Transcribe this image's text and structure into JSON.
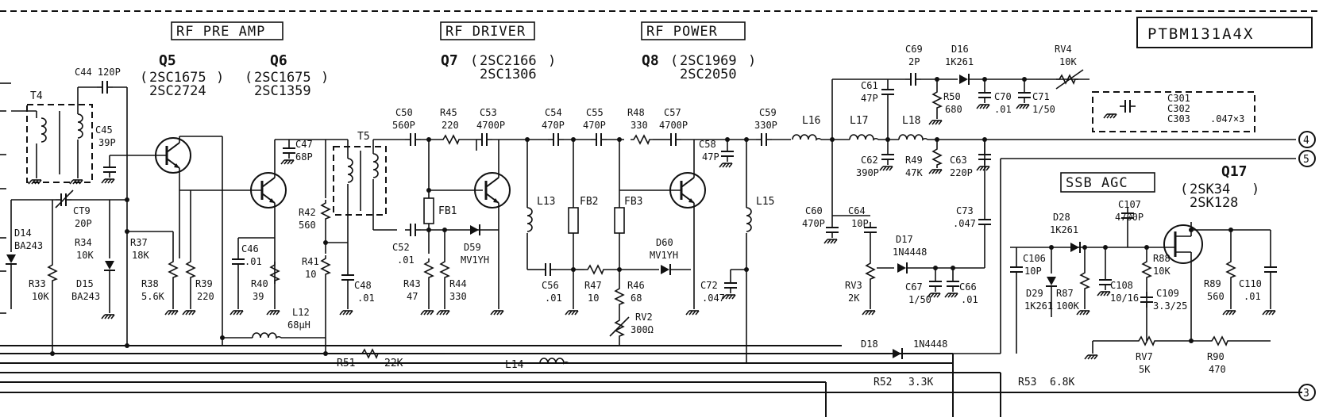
{
  "sections": {
    "rf_pre_amp": "RF PRE AMP",
    "rf_driver": "RF DRIVER",
    "rf_power": "RF POWER",
    "ssb_agc": "SSB AGC"
  },
  "board_code": "PTBM131A4X",
  "transistors": {
    "q5": {
      "ref": "Q5",
      "types": [
        "2SC1675",
        "2SC2724"
      ]
    },
    "q6": {
      "ref": "Q6",
      "types": [
        "2SC1675",
        "2SC1359"
      ]
    },
    "q7": {
      "ref": "Q7",
      "types": [
        "2SC2166",
        "2SC1306"
      ]
    },
    "q8": {
      "ref": "Q8",
      "types": [
        "2SC1969",
        "2SC2050"
      ]
    },
    "q17": {
      "ref": "Q17",
      "types": [
        "2SK34",
        "2SK128"
      ]
    }
  },
  "components": {
    "c44": [
      "C44",
      "120P"
    ],
    "t4": [
      "T4"
    ],
    "c45": [
      "C45",
      "39P"
    ],
    "ct9": [
      "CT9",
      "20P"
    ],
    "d14": [
      "D14",
      "BA243"
    ],
    "r33": [
      "R33",
      "10K"
    ],
    "r34": [
      "R34",
      "10K"
    ],
    "d15": [
      "D15",
      "BA243"
    ],
    "r37": [
      "R37",
      "18K"
    ],
    "r38": [
      "R38",
      "5.6K"
    ],
    "r39": [
      "R39",
      "220"
    ],
    "c46": [
      "C46",
      ".01"
    ],
    "r40": [
      "R40",
      "39"
    ],
    "c47": [
      "C47",
      "68P"
    ],
    "t5": [
      "T5"
    ],
    "r42": [
      "R42",
      "560"
    ],
    "r41": [
      "R41",
      "10"
    ],
    "c48": [
      "C48",
      ".01"
    ],
    "l12": [
      "L12",
      "68μH"
    ],
    "c50": [
      "C50",
      "560P"
    ],
    "r45": [
      "R45",
      "220"
    ],
    "c53": [
      "C53",
      "4700P"
    ],
    "fb1": [
      "FB1"
    ],
    "c52": [
      "C52",
      ".01"
    ],
    "r43": [
      "R43",
      "47"
    ],
    "r44": [
      "R44",
      "330"
    ],
    "d59": [
      "D59",
      "MV1YH"
    ],
    "r51": [
      "R51",
      "22K"
    ],
    "c54": [
      "C54",
      "470P"
    ],
    "c55": [
      "C55",
      "470P"
    ],
    "l13": [
      "L13"
    ],
    "fb2": [
      "FB2"
    ],
    "c56": [
      "C56",
      ".01"
    ],
    "r47": [
      "R47",
      "10"
    ],
    "l14": [
      "L14"
    ],
    "r48": [
      "R48",
      "330"
    ],
    "c57": [
      "C57",
      "4700P"
    ],
    "fb3": [
      "FB3"
    ],
    "d60": [
      "D60",
      "MV1YH"
    ],
    "r46": [
      "R46",
      "68"
    ],
    "rv2": [
      "RV2",
      "300Ω"
    ],
    "c58": [
      "C58",
      "47P"
    ],
    "c59": [
      "C59",
      "330P"
    ],
    "l15": [
      "L15"
    ],
    "c72": [
      "C72",
      ".047"
    ],
    "l16": [
      "L16"
    ],
    "l17": [
      "L17"
    ],
    "l18": [
      "L18"
    ],
    "c61": [
      "C61",
      "47P"
    ],
    "c62": [
      "C62",
      "390P"
    ],
    "c60": [
      "C60",
      "470P"
    ],
    "c64": [
      "C64",
      "10P"
    ],
    "d17": [
      "D17",
      "1N4448"
    ],
    "rv3": [
      "RV3",
      "2K"
    ],
    "c67": [
      "C67",
      "1/50"
    ],
    "c66": [
      "C66",
      ".01"
    ],
    "d18": [
      "D18",
      "1N4448"
    ],
    "c69": [
      "C69",
      "2P"
    ],
    "d16": [
      "D16",
      "1K261"
    ],
    "r50": [
      "R50",
      "680"
    ],
    "c70": [
      "C70",
      ".01"
    ],
    "c71": [
      "C71",
      "1/50"
    ],
    "r49": [
      "R49",
      "47K"
    ],
    "c63": [
      "C63",
      "220P"
    ],
    "rv4": [
      "RV4",
      "10K"
    ],
    "c73": [
      "C73",
      ".047"
    ],
    "r52": [
      "R52",
      "3.3K"
    ],
    "c301_303": [
      "C301",
      "C302",
      "C303",
      ".047×3"
    ],
    "d28": [
      "D28",
      "1K261"
    ],
    "c107": [
      "C107",
      "4700P"
    ],
    "c106": [
      "C106",
      "10P"
    ],
    "d29": [
      "D29",
      "1K261"
    ],
    "r87": [
      "R87",
      "100K"
    ],
    "r88": [
      "R88",
      "10K"
    ],
    "c108": [
      "C108",
      "10/16"
    ],
    "c109": [
      "C109",
      "3.3/25"
    ],
    "r89": [
      "R89",
      "560"
    ],
    "c110": [
      "C110",
      ".01"
    ],
    "rv7": [
      "RV7",
      "5K"
    ],
    "r90": [
      "R90",
      "470"
    ],
    "r53": [
      "R53",
      "6.8K"
    ]
  },
  "connectors": [
    "4",
    "5",
    "3"
  ]
}
